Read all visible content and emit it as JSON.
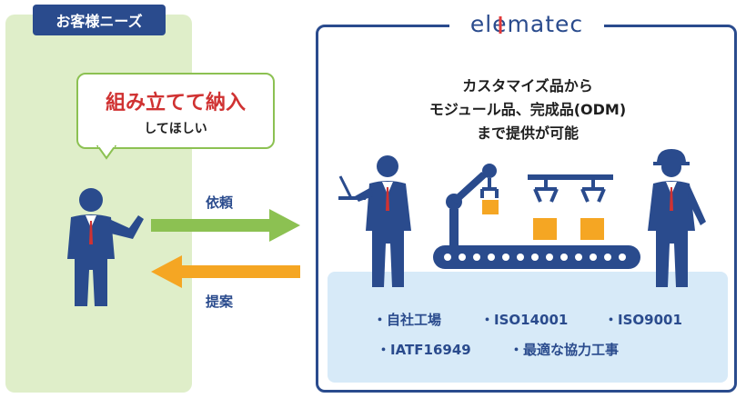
{
  "customer": {
    "tab_label": "お客様ニーズ",
    "bubble_main": "組み立てて納入",
    "bubble_sub": "してほしい"
  },
  "flow": {
    "request_label": "依頼",
    "proposal_label": "提案"
  },
  "company": {
    "logo_text": "elematec",
    "headline_lines": [
      "カスタマイズ品から",
      "モジュール品、完成品(ODM)",
      "まで提供が可能"
    ],
    "features_row1": [
      "・自社工場",
      "・ISO14001",
      "・ISO9001"
    ],
    "features_row2": [
      "・IATF16949",
      "・最適な協力工事"
    ]
  },
  "colors": {
    "navy": "#2a4b8d",
    "green": "#8cc152",
    "orange": "#f5a623",
    "light_green_bg": "#dfeec9",
    "light_blue_bg": "#d7eaf8",
    "accent_red": "#d03232",
    "logo_red": "#e23a3a"
  }
}
